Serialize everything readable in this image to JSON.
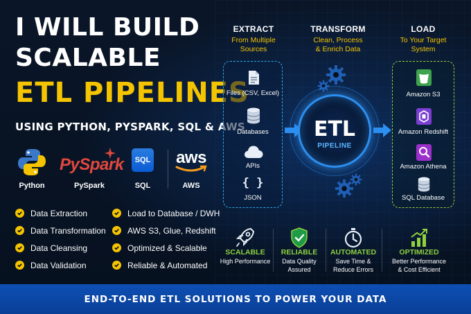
{
  "headline": {
    "line1": "I WILL BUILD",
    "line2": "SCALABLE",
    "line3": "ETL PIPELINES",
    "subtitle": "USING PYTHON, PYSPARK, SQL & AWS"
  },
  "tech": [
    {
      "name": "Python",
      "icon": "python-logo-icon"
    },
    {
      "name": "PySpark",
      "icon": "pyspark-logo-icon",
      "logo_text": "PySpark"
    },
    {
      "name": "SQL",
      "icon": "sql-icon",
      "logo_text": "SQL"
    },
    {
      "name": "AWS",
      "icon": "aws-logo-icon",
      "logo_text": "aws"
    }
  ],
  "features": {
    "left": [
      "Data Extraction",
      "Data Transformation",
      "Data Cleansing",
      "Data Validation"
    ],
    "right": [
      "Load to Database / DWH",
      "AWS S3, Glue, Redshift",
      "Optimized & Scalable",
      "Reliable & Automated"
    ]
  },
  "pipeline": {
    "extract": {
      "title": "EXTRACT",
      "desc1": "From Multiple",
      "desc2": "Sources"
    },
    "transform": {
      "title": "TRANSFORM",
      "desc1": "Clean, Process",
      "desc2": "& Enrich Data"
    },
    "load": {
      "title": "LOAD",
      "desc1": "To Your Target",
      "desc2": "System"
    },
    "sources": [
      "Files (CSV, Excel)",
      "Databases",
      "APIs",
      "JSON"
    ],
    "json_glyph": "{ }",
    "center_big": "ETL",
    "center_small": "PIPELINE",
    "targets": [
      "Amazon S3",
      "Amazon Redshift",
      "Amazon Athena",
      "SQL Database"
    ]
  },
  "benefits": [
    {
      "title": "SCALABLE",
      "desc1": "High Performance",
      "desc2": "",
      "icon": "rocket-icon"
    },
    {
      "title": "RELIABLE",
      "desc1": "Data Quality",
      "desc2": "Assured",
      "icon": "shield-check-icon"
    },
    {
      "title": "AUTOMATED",
      "desc1": "Save Time &",
      "desc2": "Reduce Errors",
      "icon": "stopwatch-icon"
    },
    {
      "title": "OPTIMIZED",
      "desc1": "Better Performance",
      "desc2": "& Cost Efficient",
      "icon": "bar-chart-up-icon"
    }
  ],
  "footer": "END-TO-END ETL SOLUTIONS TO POWER YOUR DATA",
  "colors": {
    "accent_yellow": "#f5c400",
    "accent_blue": "#2d8ff0",
    "accent_green": "#8fd13f",
    "footer_blue": "#0d4fb4"
  }
}
